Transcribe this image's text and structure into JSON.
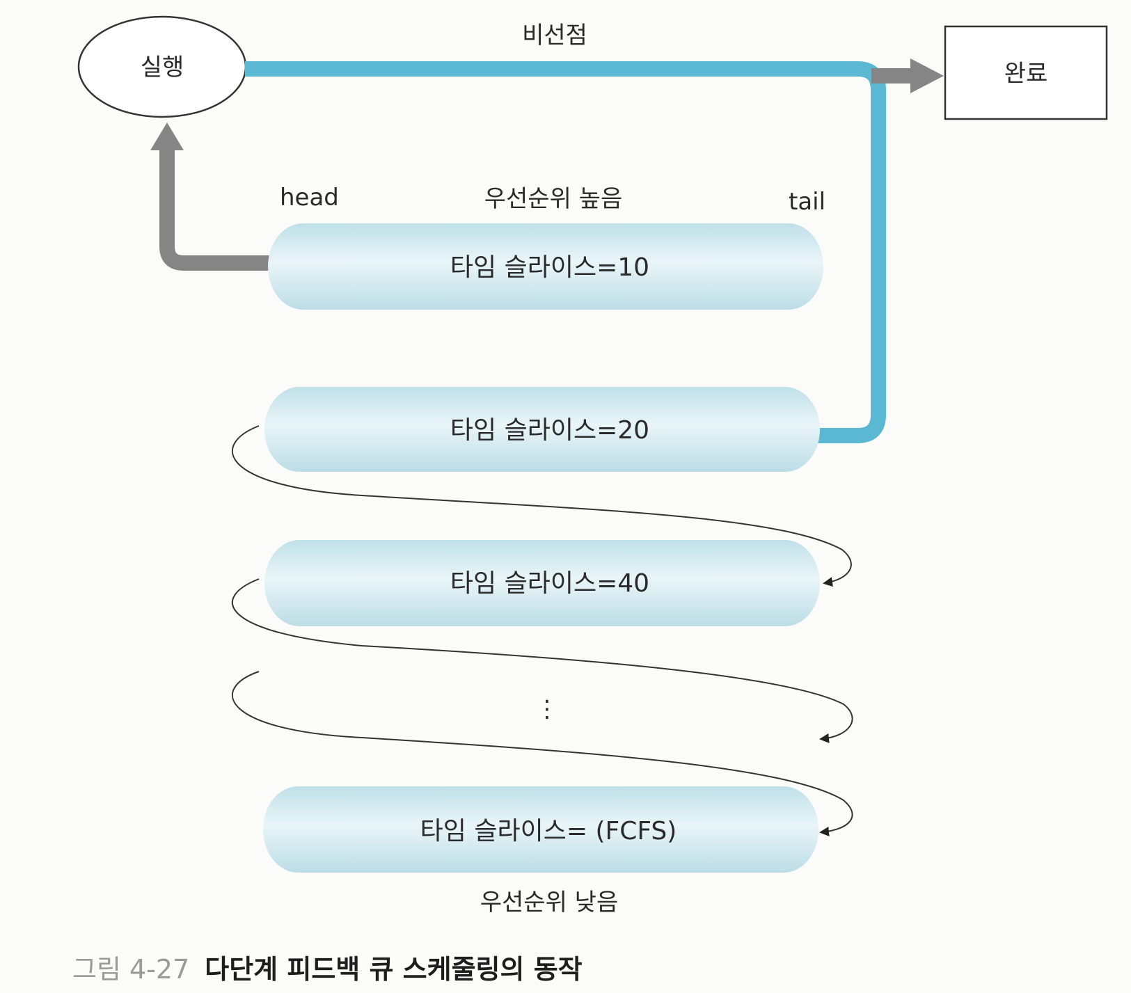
{
  "nodes": {
    "running": "실행",
    "done": "완료"
  },
  "edges": {
    "non_preemptive": "비선점"
  },
  "queue_labels": {
    "head": "head",
    "tail": "tail",
    "priority_high": "우선순위 높음",
    "priority_low": "우선순위 낮음",
    "ellipsis": "⋮"
  },
  "queues": [
    "타임 슬라이스=10",
    "타임 슬라이스=20",
    "타임 슬라이스=40",
    "타임 슬라이스= (FCFS)"
  ],
  "caption": {
    "number": "그림 4-27",
    "title": "다단계 피드백 큐 스케줄링의 동작"
  },
  "colors": {
    "queue_fill": "#cfe8ee",
    "flow_blue": "#5bb8d2",
    "flow_gray": "#858585",
    "line": "#333333"
  }
}
